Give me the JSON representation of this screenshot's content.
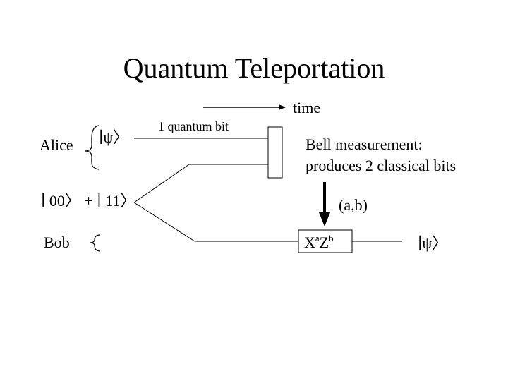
{
  "title": "Quantum Teleportation",
  "time_label": "time",
  "alice_label": "Alice",
  "bob_label": "Bob",
  "psi_ket": "∣ψ〉",
  "bell_pair": "∣ 00〉 + ∣ 11〉",
  "quantum_bit_label": "1 quantum bit",
  "bell_measurement_line1": "Bell measurement:",
  "bell_measurement_line2": "produces 2 classical bits",
  "classical_bits_label": "(a,b)",
  "correction_gate": {
    "x": "X",
    "x_exp": "a",
    "z": "Z",
    "z_exp": "b"
  },
  "output_ket": "∣ψ〉"
}
